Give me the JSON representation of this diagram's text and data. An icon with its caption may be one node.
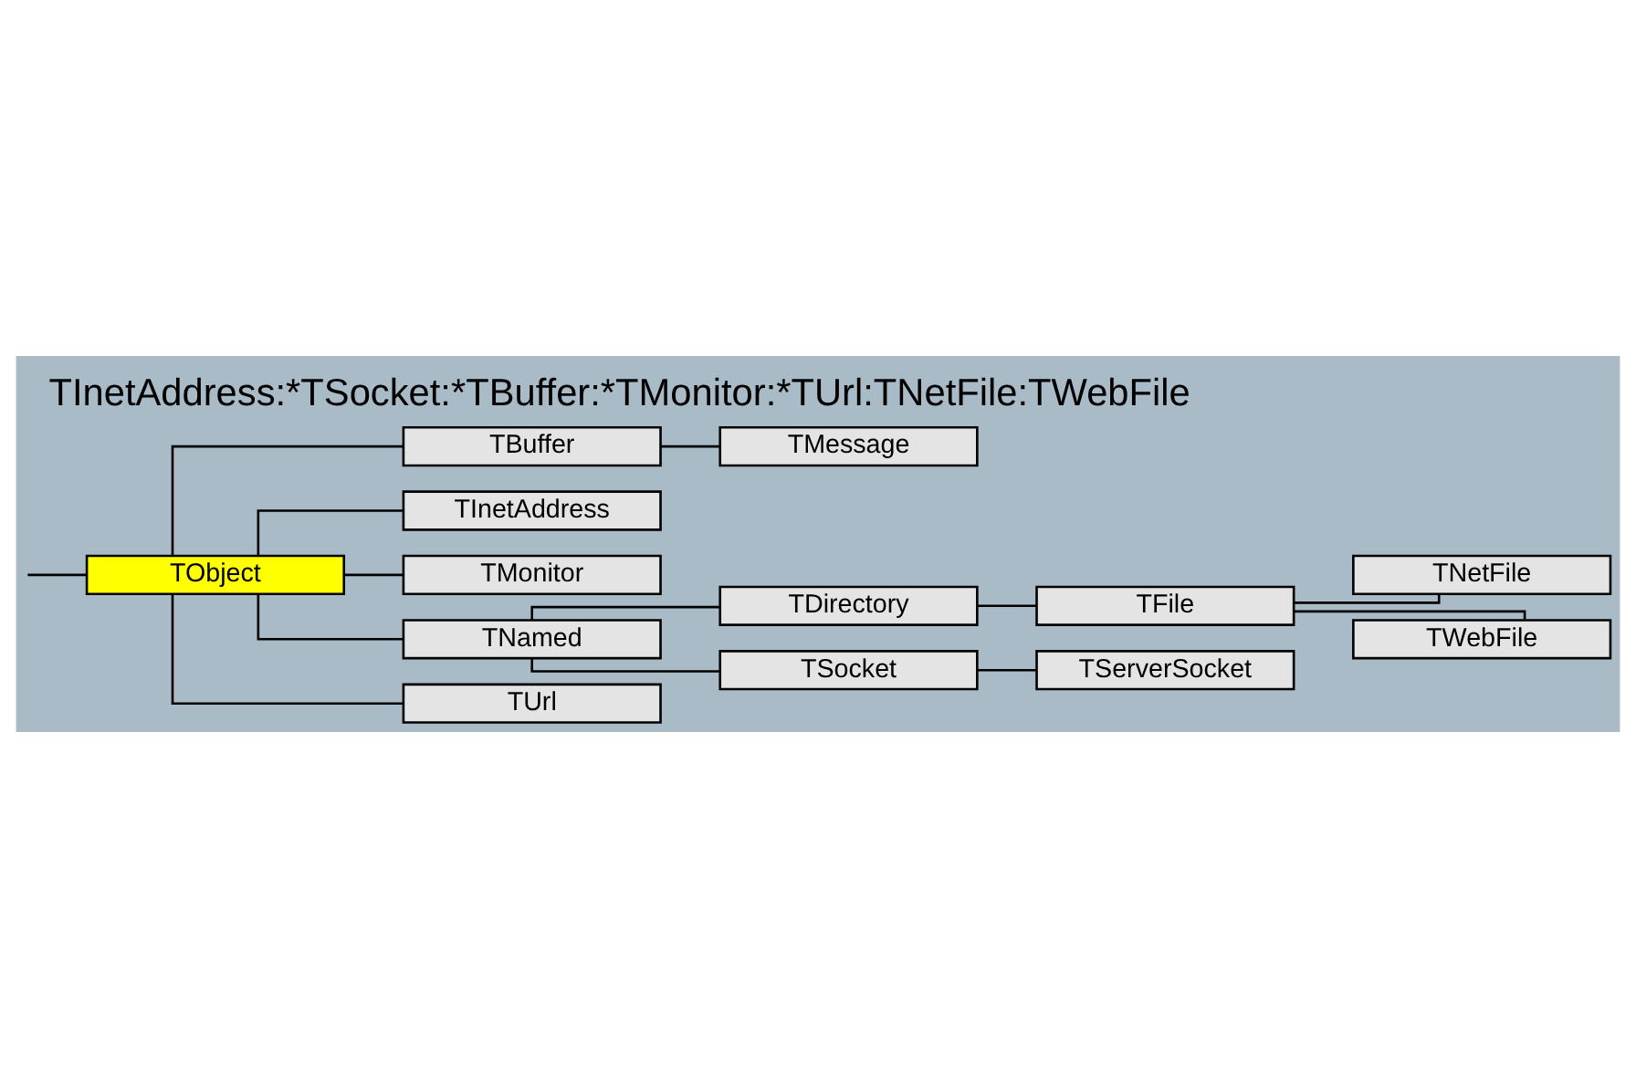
{
  "diagram": {
    "title": "TInetAddress:*TSocket:*TBuffer:*TMonitor:*TUrl:TNetFile:TWebFile",
    "nodes": [
      {
        "text": [
          "TObject"
        ]
      },
      {
        "text": [
          "TBuffer"
        ]
      },
      {
        "text": [
          "TMessage"
        ]
      },
      {
        "text": [
          "TInetAddress"
        ]
      },
      {
        "text": [
          "TMonitor"
        ]
      },
      {
        "text": [
          "TNamed"
        ]
      },
      {
        "text": [
          "TDirectory"
        ]
      },
      {
        "text": [
          "TFile"
        ]
      },
      {
        "text": [
          "TNetFile"
        ]
      },
      {
        "text": [
          "TWebFile"
        ]
      },
      {
        "text": [
          "TSocket"
        ]
      },
      {
        "text": [
          "TServerSocket"
        ]
      },
      {
        "text": [
          "TUrl"
        ]
      }
    ],
    "edges": [
      {
        "from": null,
        "to": 0,
        "arrow": "none"
      },
      {
        "from": 0,
        "to": 1,
        "arrow": "none"
      },
      {
        "from": 1,
        "to": 2,
        "arrow": "none"
      },
      {
        "from": 0,
        "to": 3,
        "arrow": "none"
      },
      {
        "from": 0,
        "to": 4,
        "arrow": "none"
      },
      {
        "from": 0,
        "to": 5,
        "arrow": "none"
      },
      {
        "from": 5,
        "to": 6,
        "arrow": "none"
      },
      {
        "from": 6,
        "to": 7,
        "arrow": "none"
      },
      {
        "from": 7,
        "to": 8,
        "arrow": "none"
      },
      {
        "from": 7,
        "to": 9,
        "arrow": "none"
      },
      {
        "from": 5,
        "to": 10,
        "arrow": "none"
      },
      {
        "from": 10,
        "to": 11,
        "arrow": "none"
      },
      {
        "from": 0,
        "to": 12,
        "arrow": "none"
      }
    ]
  }
}
